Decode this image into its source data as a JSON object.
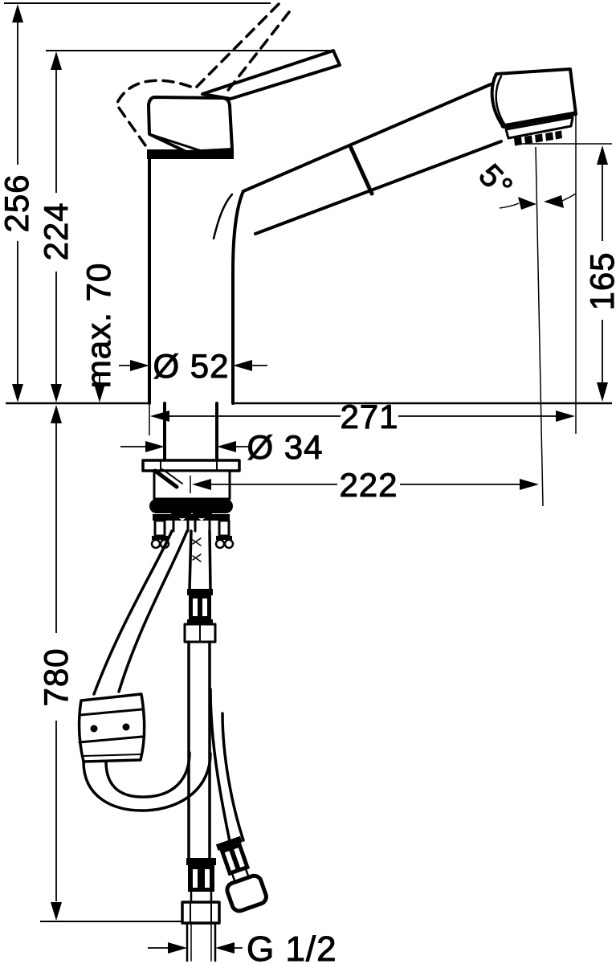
{
  "drawing_labels": {
    "total_height": "256",
    "upper_height": "224",
    "max_mounting_depth": "max. 70",
    "body_diameter": "Ø 52",
    "total_reach": "271",
    "shank_diameter": "Ø 34",
    "spout_reach": "222",
    "outlet_height": "165",
    "outlet_angle": "5°",
    "hose_length": "780",
    "connection_thread": "G 1/2"
  },
  "colors": {
    "line": "#000000",
    "background": "#ffffff"
  }
}
